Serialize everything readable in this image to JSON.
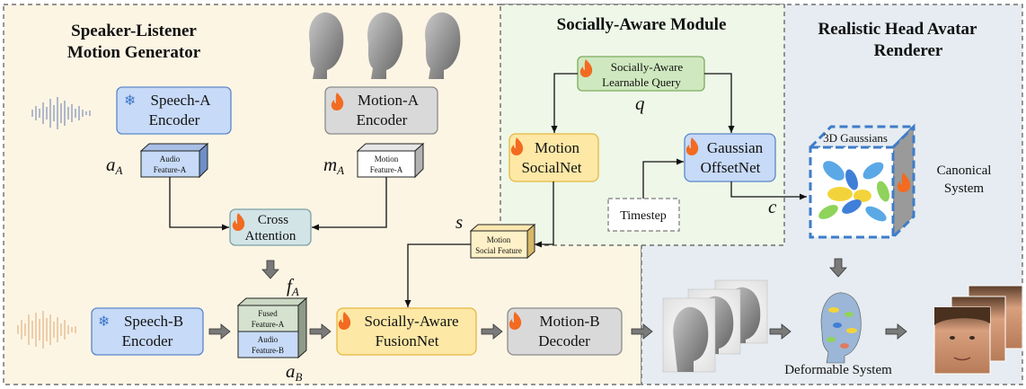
{
  "sections": {
    "motion_generator": {
      "title_line1": "Speaker-Listener",
      "title_line2": "Motion Generator"
    },
    "social_module": {
      "title": "Socially-Aware Module"
    },
    "renderer": {
      "title_line1": "Realistic Head Avatar",
      "title_line2": "Renderer"
    }
  },
  "blocks": {
    "speech_a_encoder": {
      "line1": "Speech-A",
      "line2": "Encoder"
    },
    "motion_a_encoder": {
      "line1": "Motion-A",
      "line2": "Encoder"
    },
    "cross_attention": {
      "line1": "Cross",
      "line2": "Attention"
    },
    "speech_b_encoder": {
      "line1": "Speech-B",
      "line2": "Encoder"
    },
    "fusion_net": {
      "line1": "Socially-Aware",
      "line2": "FusionNet"
    },
    "motion_b_decoder": {
      "line1": "Motion-B",
      "line2": "Decoder"
    },
    "query": {
      "line1": "Socially-Aware",
      "line2": "Learnable Query"
    },
    "motion_socialnet": {
      "line1": "Motion",
      "line2": "SocialNet"
    },
    "gaussian_offsetnet": {
      "line1": "Gaussian",
      "line2": "OffsetNet"
    },
    "timestep": {
      "label": "Timestep"
    }
  },
  "features": {
    "audio_a": {
      "line1": "Audio",
      "line2": "Feature-A"
    },
    "motion_a": {
      "line1": "Motion",
      "line2": "Feature-A"
    },
    "social": {
      "line1": "Motion",
      "line2": "Social Feature"
    },
    "fused_a": {
      "line1": "Fused",
      "line2": "Feature-A"
    },
    "audio_b": {
      "line1": "Audio",
      "line2": "Feature-B"
    }
  },
  "symbols": {
    "a_A": {
      "main": "a",
      "sub": "A"
    },
    "m_A": {
      "main": "m",
      "sub": "A"
    },
    "f_A": {
      "main": "f",
      "sub": "A"
    },
    "a_B": {
      "main": "a",
      "sub": "B"
    },
    "q": "q",
    "s": "s",
    "c": "c"
  },
  "renderer": {
    "gaussians_label": "3D Gaussians",
    "canonical_line1": "Canonical",
    "canonical_line2": "System",
    "deformable_label": "Deformable System"
  },
  "colors": {
    "left_bg": "#fdf5e4",
    "middle_bg": "#eef7e8",
    "right_bg": "#e6ecf1",
    "encoder_blue": "#c7daf7",
    "encoder_blue_stroke": "#5b86c9",
    "gray_block": "#d9d9d9",
    "yellow_block": "#fde8a6",
    "yellow_stroke": "#e5b840",
    "green_block": "#cfe8bf",
    "green_stroke": "#7eab5f",
    "teal_block": "#d3e4e6",
    "flame": "#f26b21",
    "gaussian_box": "#3d7cc9"
  },
  "icons": [
    "snowflake-icon",
    "flame-icon",
    "waveform-icon",
    "head-mesh-icon",
    "gaussian-blob-icon",
    "face-photo-icon"
  ]
}
